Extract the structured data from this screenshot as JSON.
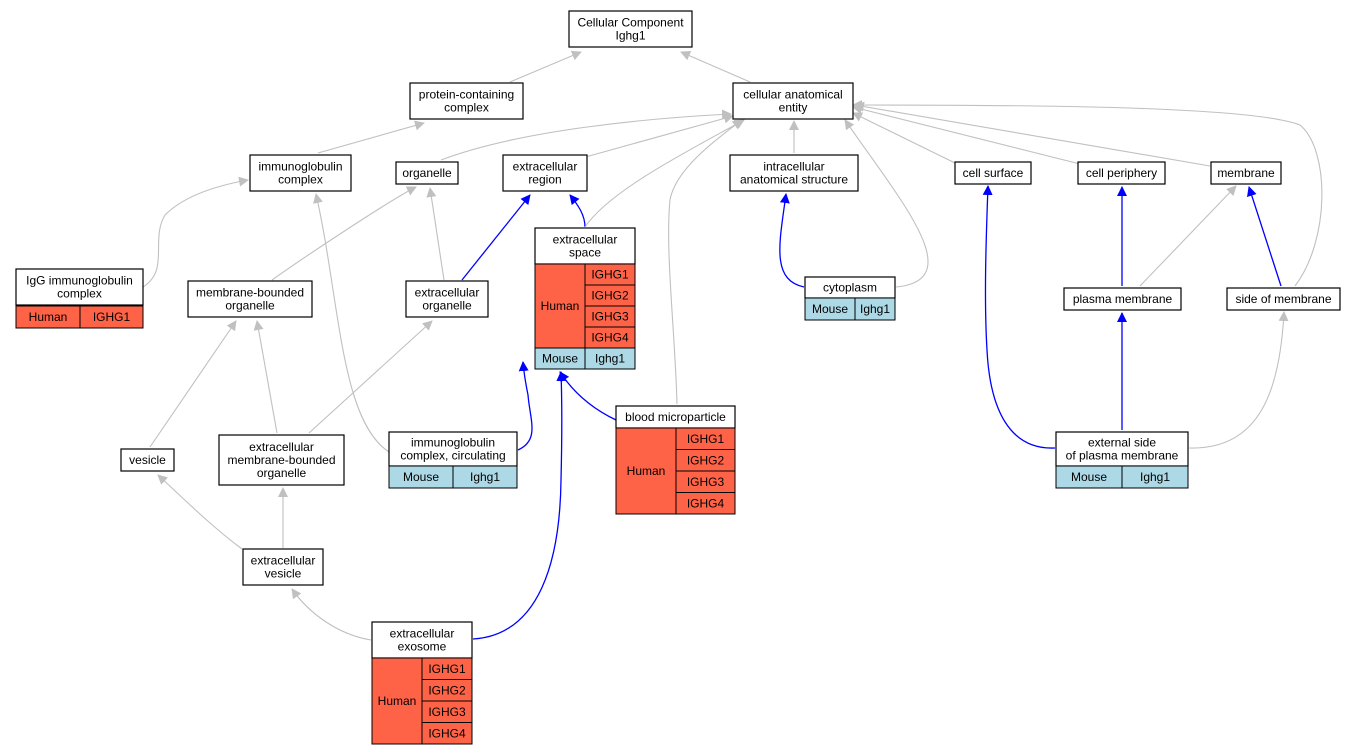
{
  "colors": {
    "human": "#ff6347",
    "mouse": "#add8e6",
    "is_a_edge": "#c0c0c0",
    "part_of_edge": "#0000ff"
  },
  "nodes": {
    "root": [
      "Cellular Component",
      "Ighg1"
    ],
    "protein_complex": [
      "protein-containing",
      "complex"
    ],
    "cae": [
      "cellular anatomical",
      "entity"
    ],
    "ig_complex": [
      "immunoglobulin",
      "complex"
    ],
    "organelle": [
      "organelle"
    ],
    "ext_region": [
      "extracellular",
      "region"
    ],
    "intra_struct": [
      "intracellular",
      "anatomical structure"
    ],
    "cell_surface": [
      "cell surface"
    ],
    "cell_periphery": [
      "cell periphery"
    ],
    "membrane": [
      "membrane"
    ],
    "igg_complex": [
      "IgG immunoglobulin",
      "complex"
    ],
    "mb_organelle": [
      "membrane-bounded",
      "organelle"
    ],
    "ext_organelle": [
      "extracellular",
      "organelle"
    ],
    "ext_space": [
      "extracellular",
      "space"
    ],
    "cytoplasm": [
      "cytoplasm"
    ],
    "plasma_membrane": [
      "plasma membrane"
    ],
    "side_membrane": [
      "side of membrane"
    ],
    "vesicle": [
      "vesicle"
    ],
    "ext_mb_organelle": [
      "extracellular",
      "membrane-bounded",
      "organelle"
    ],
    "ig_circulating": [
      "immunoglobulin",
      "complex, circulating"
    ],
    "blood_microparticle": [
      "blood microparticle"
    ],
    "ext_side_pm": [
      "external side",
      "of plasma membrane"
    ],
    "ext_vesicle": [
      "extracellular",
      "vesicle"
    ],
    "ext_exosome": [
      "extracellular",
      "exosome"
    ]
  },
  "annotations": {
    "igg_complex": [
      {
        "species": "Human",
        "genes": [
          "IGHG1"
        ]
      }
    ],
    "ext_space": [
      {
        "species": "Human",
        "genes": [
          "IGHG1",
          "IGHG2",
          "IGHG3",
          "IGHG4"
        ]
      },
      {
        "species": "Mouse",
        "genes": [
          "Ighg1"
        ]
      }
    ],
    "cytoplasm": [
      {
        "species": "Mouse",
        "genes": [
          "Ighg1"
        ]
      }
    ],
    "ig_circulating": [
      {
        "species": "Mouse",
        "genes": [
          "Ighg1"
        ]
      }
    ],
    "blood_microparticle": [
      {
        "species": "Human",
        "genes": [
          "IGHG1",
          "IGHG2",
          "IGHG3",
          "IGHG4"
        ]
      }
    ],
    "ext_side_pm": [
      {
        "species": "Mouse",
        "genes": [
          "Ighg1"
        ]
      }
    ],
    "ext_exosome": [
      {
        "species": "Human",
        "genes": [
          "IGHG1",
          "IGHG2",
          "IGHG3",
          "IGHG4"
        ]
      }
    ]
  },
  "edges": [
    {
      "from": "protein_complex",
      "to": "root",
      "type": "is_a"
    },
    {
      "from": "cae",
      "to": "root",
      "type": "is_a"
    },
    {
      "from": "ig_complex",
      "to": "protein_complex",
      "type": "is_a"
    },
    {
      "from": "organelle",
      "to": "cae",
      "type": "is_a"
    },
    {
      "from": "ext_region",
      "to": "cae",
      "type": "is_a"
    },
    {
      "from": "intra_struct",
      "to": "cae",
      "type": "is_a"
    },
    {
      "from": "cell_surface",
      "to": "cae",
      "type": "is_a"
    },
    {
      "from": "cell_periphery",
      "to": "cae",
      "type": "is_a"
    },
    {
      "from": "membrane",
      "to": "cae",
      "type": "is_a"
    },
    {
      "from": "igg_complex",
      "to": "ig_complex",
      "type": "is_a"
    },
    {
      "from": "mb_organelle",
      "to": "organelle",
      "type": "is_a"
    },
    {
      "from": "ext_organelle",
      "to": "organelle",
      "type": "is_a"
    },
    {
      "from": "ext_organelle",
      "to": "ext_region",
      "type": "part_of"
    },
    {
      "from": "ext_space",
      "to": "ext_region",
      "type": "part_of"
    },
    {
      "from": "ext_space",
      "to": "cae",
      "type": "is_a"
    },
    {
      "from": "cytoplasm",
      "to": "intra_struct",
      "type": "part_of"
    },
    {
      "from": "cytoplasm",
      "to": "cae",
      "type": "is_a"
    },
    {
      "from": "plasma_membrane",
      "to": "cell_periphery",
      "type": "part_of"
    },
    {
      "from": "plasma_membrane",
      "to": "membrane",
      "type": "is_a"
    },
    {
      "from": "side_membrane",
      "to": "membrane",
      "type": "part_of"
    },
    {
      "from": "side_membrane",
      "to": "cae",
      "type": "is_a"
    },
    {
      "from": "vesicle",
      "to": "mb_organelle",
      "type": "is_a"
    },
    {
      "from": "ext_mb_organelle",
      "to": "mb_organelle",
      "type": "is_a"
    },
    {
      "from": "ext_mb_organelle",
      "to": "ext_organelle",
      "type": "is_a"
    },
    {
      "from": "ig_circulating",
      "to": "ig_complex",
      "type": "is_a"
    },
    {
      "from": "ig_circulating",
      "to": "ext_space",
      "type": "part_of"
    },
    {
      "from": "blood_microparticle",
      "to": "ext_space",
      "type": "part_of"
    },
    {
      "from": "blood_microparticle",
      "to": "cae",
      "type": "is_a"
    },
    {
      "from": "ext_side_pm",
      "to": "plasma_membrane",
      "type": "part_of"
    },
    {
      "from": "ext_side_pm",
      "to": "cell_surface",
      "type": "part_of"
    },
    {
      "from": "ext_side_pm",
      "to": "side_membrane",
      "type": "is_a"
    },
    {
      "from": "ext_vesicle",
      "to": "vesicle",
      "type": "is_a"
    },
    {
      "from": "ext_vesicle",
      "to": "ext_mb_organelle",
      "type": "is_a"
    },
    {
      "from": "ext_exosome",
      "to": "ext_vesicle",
      "type": "is_a"
    },
    {
      "from": "ext_exosome",
      "to": "ext_space",
      "type": "part_of"
    }
  ]
}
